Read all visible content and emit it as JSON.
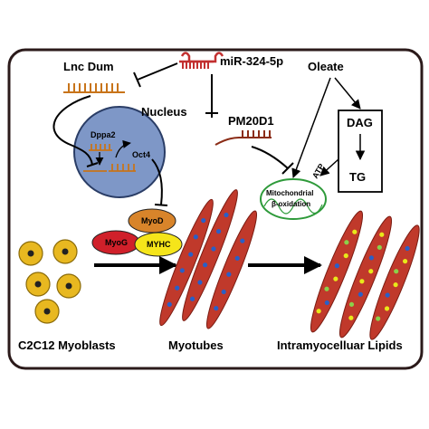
{
  "labels": {
    "mirna": "miR-324-5p",
    "lnc_dum": "Lnc Dum",
    "nucleus": "Nucleus",
    "dppa2": "Dppa2",
    "oct4": "Oct4",
    "pm20d1": "PM20D1",
    "oleate": "Oleate",
    "dag": "DAG",
    "tg": "TG",
    "atp": "ATP",
    "mito_line1": "Mitochondrial",
    "mito_line2": "β-oxidation",
    "myod": "MyoD",
    "myog": "MyoG",
    "myhc": "MYHC",
    "stage_myoblasts": "C2C12 Myoblasts",
    "stage_myotubes": "Myotubes",
    "stage_lipids": "Intramyocelluar Lipids"
  },
  "colors": {
    "frame": "#2b1a1a",
    "nucleus_fill": "#7e97c7",
    "rna_orange": "#c8741a",
    "mirna_red": "#c23030",
    "pm20d1_brown": "#8b2c16",
    "myotube_red": "#c0392b",
    "myoblast_yellow": "#e8b820",
    "myod_fill": "#d8842a",
    "myog_fill": "#d0202a",
    "myhc_fill": "#f5e51a",
    "mito_green": "#2e9a3a",
    "nuclei_blue": "#2a5fc6"
  }
}
